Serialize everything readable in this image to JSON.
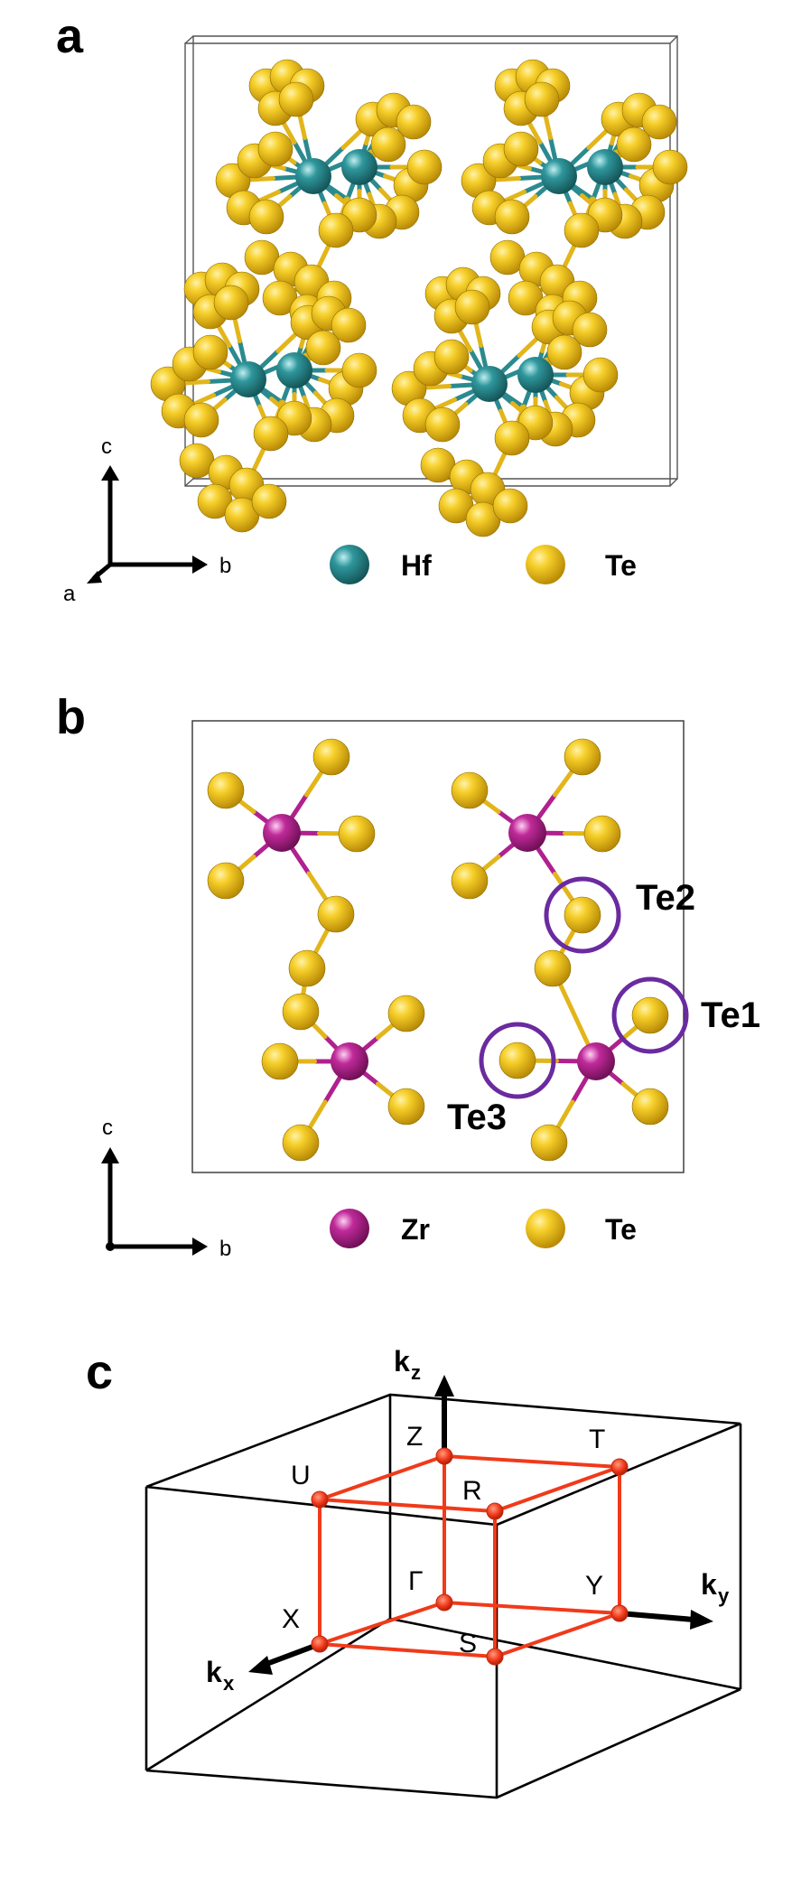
{
  "panels": {
    "a": {
      "letter": "a",
      "axes": {
        "up": "c",
        "right": "b",
        "out": "a"
      },
      "legend": [
        {
          "label": "Hf",
          "color": "#2a8a8f"
        },
        {
          "label": "Te",
          "color": "#f2c21b"
        }
      ]
    },
    "b": {
      "letter": "b",
      "axes": {
        "up": "c",
        "right": "b"
      },
      "legend": [
        {
          "label": "Zr",
          "color": "#b0208f"
        },
        {
          "label": "Te",
          "color": "#f2c21b"
        }
      ],
      "sites": {
        "te1": "Te1",
        "te2": "Te2",
        "te3": "Te3"
      },
      "highlight_color": "#6a2aa0"
    },
    "c": {
      "letter": "c",
      "path_color": "#f03a1a",
      "points": {
        "gamma": "Γ",
        "x": "X",
        "y": "Y",
        "z": "Z",
        "s": "S",
        "u": "U",
        "t": "T",
        "r": "R"
      },
      "axes": {
        "kx": {
          "main": "k",
          "sub": "x"
        },
        "ky": {
          "main": "k",
          "sub": "y"
        },
        "kz": {
          "main": "k",
          "sub": "z"
        }
      }
    }
  }
}
